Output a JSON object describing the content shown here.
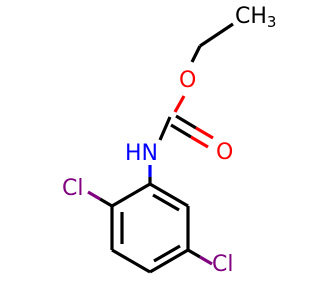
{
  "structure": {
    "atoms": {
      "methyl": {
        "text": "CH",
        "subscript": "3",
        "color": "#000000"
      },
      "ester_oxygen": {
        "text": "O",
        "color": "#ff0000"
      },
      "carbonyl_oxygen": {
        "text": "O",
        "color": "#ff0000"
      },
      "nitrogen": {
        "text": "HN",
        "color": "#0000ff"
      },
      "chlorine_ortho": {
        "text": "Cl",
        "color": "#800080"
      },
      "chlorine_meta": {
        "text": "Cl",
        "color": "#800080"
      }
    }
  }
}
